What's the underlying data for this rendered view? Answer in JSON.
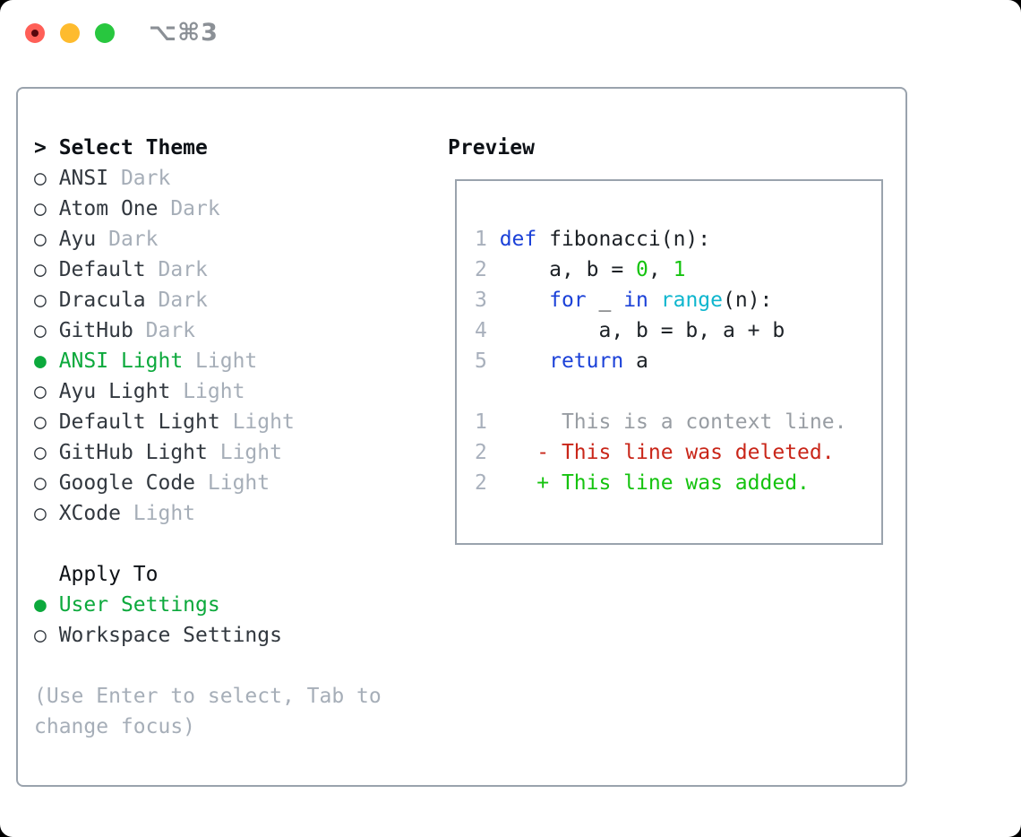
{
  "window": {
    "shortcut_label": "⌥⌘3",
    "traffic_lights": {
      "close_color": "#ff5f57",
      "minimize_color": "#febb2e",
      "zoom_color": "#28c73f"
    }
  },
  "selector": {
    "title": "Select Theme",
    "prompt_marker": ">",
    "unselected_marker": "○",
    "selected_marker": "●",
    "themes": [
      {
        "name": "ANSI",
        "variant": "Dark",
        "selected": false
      },
      {
        "name": "Atom One",
        "variant": "Dark",
        "selected": false
      },
      {
        "name": "Ayu",
        "variant": "Dark",
        "selected": false
      },
      {
        "name": "Default",
        "variant": "Dark",
        "selected": false
      },
      {
        "name": "Dracula",
        "variant": "Dark",
        "selected": false
      },
      {
        "name": "GitHub",
        "variant": "Dark",
        "selected": false
      },
      {
        "name": "ANSI Light",
        "variant": "Light",
        "selected": true
      },
      {
        "name": "Ayu Light",
        "variant": "Light",
        "selected": false
      },
      {
        "name": "Default Light",
        "variant": "Light",
        "selected": false
      },
      {
        "name": "GitHub Light",
        "variant": "Light",
        "selected": false
      },
      {
        "name": "Google Code",
        "variant": "Light",
        "selected": false
      },
      {
        "name": "XCode",
        "variant": "Light",
        "selected": false
      }
    ],
    "apply_to": {
      "title": "Apply To",
      "options": [
        {
          "label": "User Settings",
          "selected": true
        },
        {
          "label": "Workspace Settings",
          "selected": false
        }
      ]
    },
    "hint_lines": [
      "(Use Enter to select, Tab to",
      "change focus)"
    ]
  },
  "preview": {
    "title": "Preview",
    "lines": [
      {
        "num": "1",
        "segments": [
          {
            "t": "def",
            "c": "kw"
          },
          {
            "t": " fibonacci(n):",
            "c": "fg"
          }
        ]
      },
      {
        "num": "2",
        "segments": [
          {
            "t": "    a, b = ",
            "c": "fg"
          },
          {
            "t": "0",
            "c": "green"
          },
          {
            "t": ", ",
            "c": "fg"
          },
          {
            "t": "1",
            "c": "green"
          }
        ]
      },
      {
        "num": "3",
        "segments": [
          {
            "t": "    ",
            "c": "fg"
          },
          {
            "t": "for",
            "c": "kw"
          },
          {
            "t": " _ ",
            "c": "fg"
          },
          {
            "t": "in",
            "c": "kw"
          },
          {
            "t": " ",
            "c": "fg"
          },
          {
            "t": "range",
            "c": "cyan"
          },
          {
            "t": "(n):",
            "c": "fg"
          }
        ]
      },
      {
        "num": "4",
        "segments": [
          {
            "t": "        a, b = b, a + b",
            "c": "fg"
          }
        ]
      },
      {
        "num": "5",
        "segments": [
          {
            "t": "    ",
            "c": "fg"
          },
          {
            "t": "return",
            "c": "kw"
          },
          {
            "t": " a",
            "c": "fg"
          }
        ]
      },
      {
        "num": "",
        "segments": []
      },
      {
        "num": "1",
        "segments": [
          {
            "t": "     This is a context line.",
            "c": "ctx"
          }
        ]
      },
      {
        "num": "2",
        "segments": [
          {
            "t": "   ",
            "c": "fg"
          },
          {
            "t": "- This line was deleted.",
            "c": "del"
          }
        ]
      },
      {
        "num": "2",
        "segments": [
          {
            "t": "   ",
            "c": "fg"
          },
          {
            "t": "+ This line was added.",
            "c": "add"
          }
        ]
      }
    ]
  },
  "colors": {
    "accent_green": "#0ca93c",
    "keyword_blue": "#1b41d8",
    "builtin_cyan": "#0fb6ce",
    "deleted_red": "#c92619",
    "added_green": "#15c30f",
    "muted_gray": "#a6aeb8",
    "text_dark": "#32383f",
    "border_gray": "#9aa3ad"
  }
}
